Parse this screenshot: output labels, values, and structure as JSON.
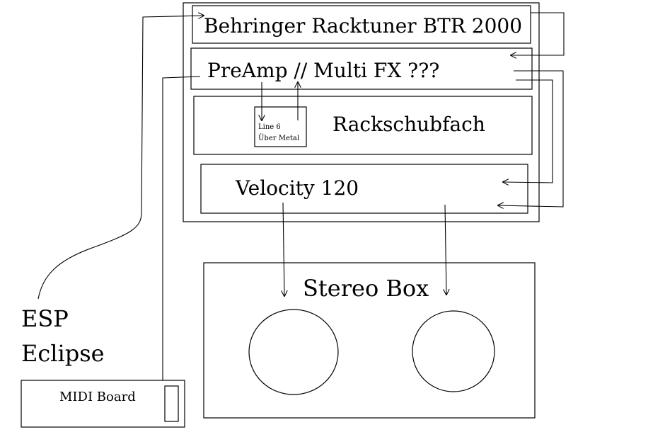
{
  "rack": {
    "tuner_label": "Behringer Racktuner BTR 2000",
    "preamp_label": "PreAmp // Multi FX ???",
    "drawer_label": "Rackschubfach",
    "pedal_line1": "Line 6",
    "pedal_line2": "Über Metal",
    "amp_label": "Velocity 120"
  },
  "speaker": {
    "label": "Stereo Box"
  },
  "guitar": {
    "line1": "ESP",
    "line2": "Eclipse"
  },
  "midi": {
    "label": "MIDI Board"
  },
  "colors": {
    "ink": "#000000",
    "background": "#ffffff"
  }
}
